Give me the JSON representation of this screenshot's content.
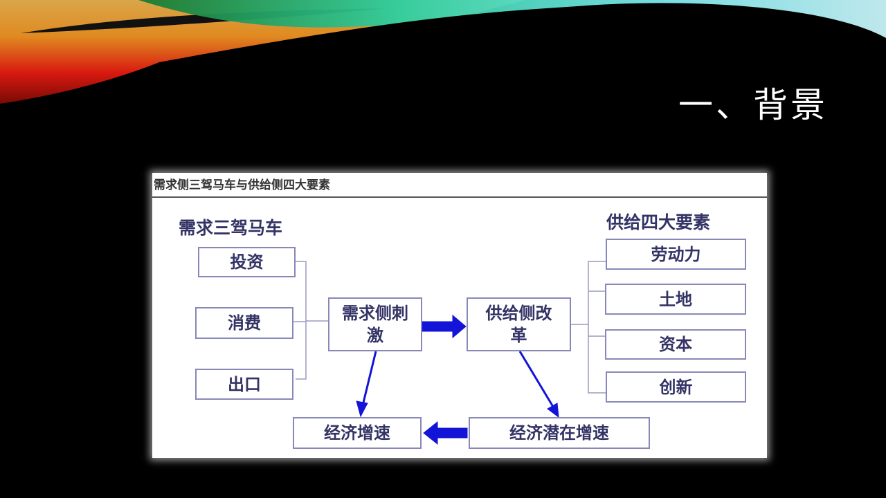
{
  "slide": {
    "title": "一、背景"
  },
  "figure": {
    "caption": "需求侧三驾马车与供给侧四大要素",
    "demand_group_label": "需求三驾马车",
    "supply_group_label": "供给四大要素",
    "demand_items": [
      "投资",
      "消费",
      "出口"
    ],
    "demand_stimulus": "需求侧刺激",
    "supply_reform": "供给侧改革",
    "supply_items": [
      "劳动力",
      "土地",
      "资本",
      "创新"
    ],
    "economic_growth": "经济增速",
    "potential_growth": "经济潜在增速"
  },
  "colors": {
    "arrow": "#1414d8",
    "text": "#333366",
    "border": "#8888b8"
  }
}
